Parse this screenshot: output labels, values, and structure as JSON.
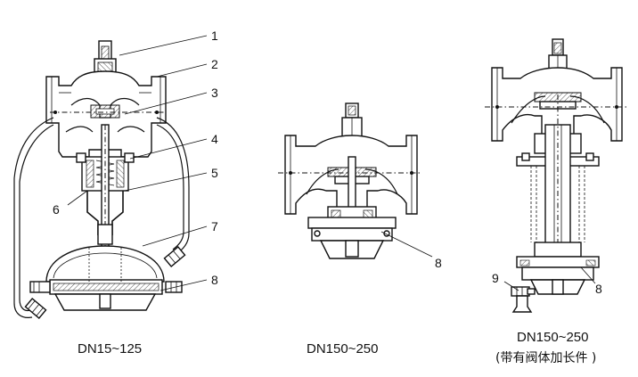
{
  "figures": [
    {
      "id": "fig1",
      "caption": "DN15~125",
      "subcaption": ""
    },
    {
      "id": "fig2",
      "caption": "DN150~250",
      "subcaption": ""
    },
    {
      "id": "fig3",
      "caption": "DN150~250",
      "subcaption": "(带有阀体加长件 )"
    }
  ],
  "callouts": {
    "fig1": [
      "1",
      "2",
      "3",
      "4",
      "5",
      "6",
      "7",
      "8"
    ],
    "fig2": [
      "8"
    ],
    "fig3": [
      "9",
      "8"
    ]
  }
}
